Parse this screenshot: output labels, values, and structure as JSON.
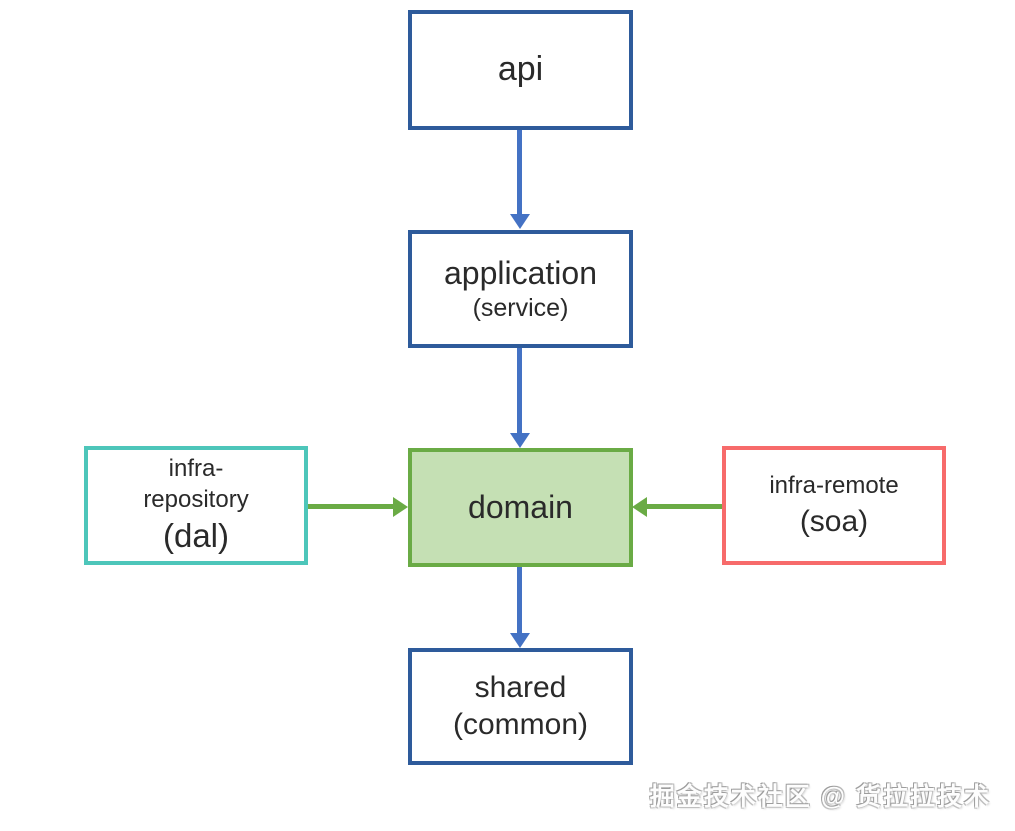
{
  "diagram": {
    "nodes": {
      "api": {
        "label": "api"
      },
      "application": {
        "label": "application",
        "sublabel": "(service)"
      },
      "domain": {
        "label": "domain"
      },
      "infra_repository": {
        "label": "infra-\nrepository",
        "sublabel": "(dal)"
      },
      "infra_remote": {
        "label": "infra-remote",
        "sublabel": "(soa)"
      },
      "shared": {
        "label": "shared",
        "sublabel": "(common)"
      }
    },
    "edges": [
      {
        "from": "api",
        "to": "application",
        "color_name": "blue"
      },
      {
        "from": "application",
        "to": "domain",
        "color_name": "blue"
      },
      {
        "from": "domain",
        "to": "shared",
        "color_name": "blue"
      },
      {
        "from": "infra_repository",
        "to": "domain",
        "color_name": "green"
      },
      {
        "from": "infra_remote",
        "to": "domain",
        "color_name": "green"
      }
    ],
    "colors": {
      "blue_border": "#2e5b9b",
      "blue_arrow": "#4472c4",
      "teal_border": "#4dc6ba",
      "red_border": "#f76b6b",
      "green_border": "#6aab45",
      "green_fill": "#c5e0b4",
      "green_arrow": "#6aab45",
      "text_color": "#2a2a2a",
      "bg_color": "#ffffff"
    },
    "watermark": "掘金技术社区 @ 货拉拉技术"
  }
}
